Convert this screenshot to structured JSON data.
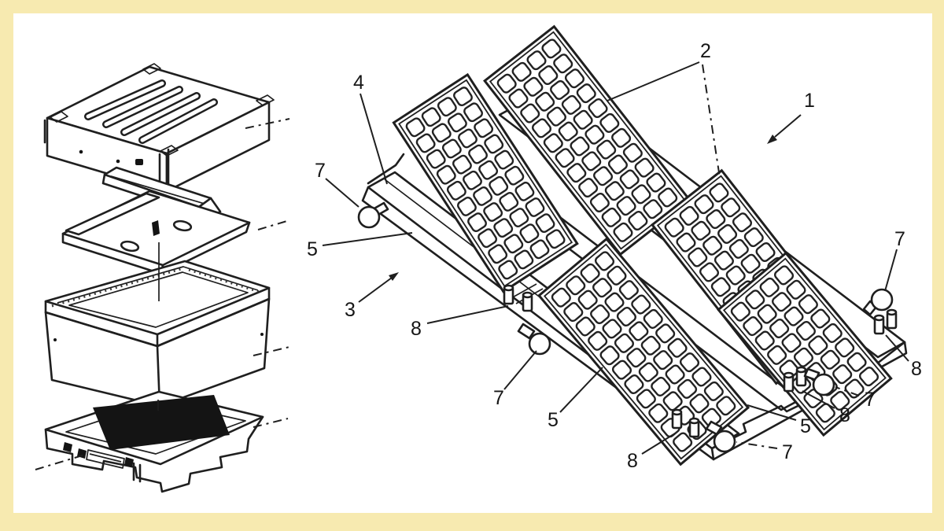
{
  "colors": {
    "page_background": "#f7eab0",
    "canvas_background": "#ffffff",
    "line_art": "#1f1f1f"
  },
  "right_figure": {
    "labels": [
      {
        "text": "4"
      },
      {
        "text": "7"
      },
      {
        "text": "5"
      },
      {
        "text": "3"
      },
      {
        "text": "8"
      },
      {
        "text": "7"
      },
      {
        "text": "5"
      },
      {
        "text": "2"
      },
      {
        "text": "1"
      },
      {
        "text": "7"
      },
      {
        "text": "8"
      },
      {
        "text": "7"
      },
      {
        "text": "8"
      },
      {
        "text": "5"
      },
      {
        "text": "7"
      },
      {
        "text": "8"
      }
    ]
  }
}
